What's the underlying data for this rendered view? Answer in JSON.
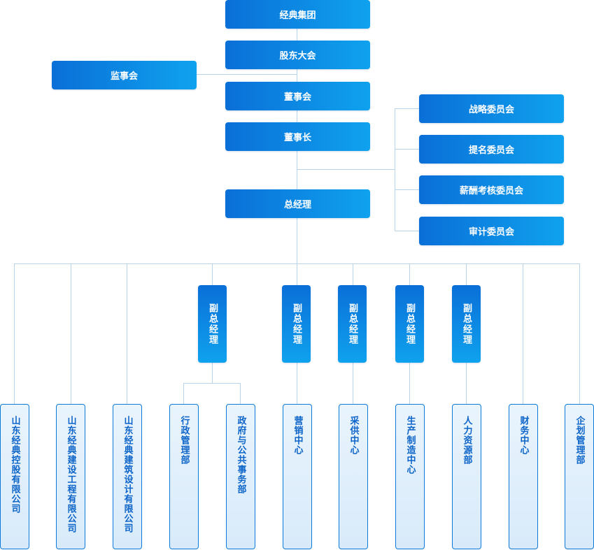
{
  "top_nodes": {
    "group": "经典集团",
    "shareholders": "股东大会",
    "supervisors": "监事会",
    "board": "董事会",
    "chairman": "董事长",
    "general_manager": "总经理"
  },
  "committees": [
    "战略委员会",
    "提名委员会",
    "薪酬考核委员会",
    "审计委员会"
  ],
  "vice_managers": [
    "副总经理",
    "副总经理",
    "副总经理",
    "副总经理",
    "副总经理"
  ],
  "departments": [
    "山东经典控股有限公司",
    "山东经典建设工程有限公司",
    "山东经典建筑设计有限公司",
    "行政管理部",
    "政府与公共事务部",
    "营销中心",
    "采供中心",
    "生产制造中心",
    "人力资源部",
    "财务中心",
    "企划管理部"
  ],
  "colors": {
    "node_start": "#0a6fd8",
    "node_end": "#0fa2ee",
    "connector": "#b8d4ea",
    "dept_border": "#0c7ad8",
    "dept_text": "#0c64c8",
    "dept_bg": "#e9f4fd"
  }
}
